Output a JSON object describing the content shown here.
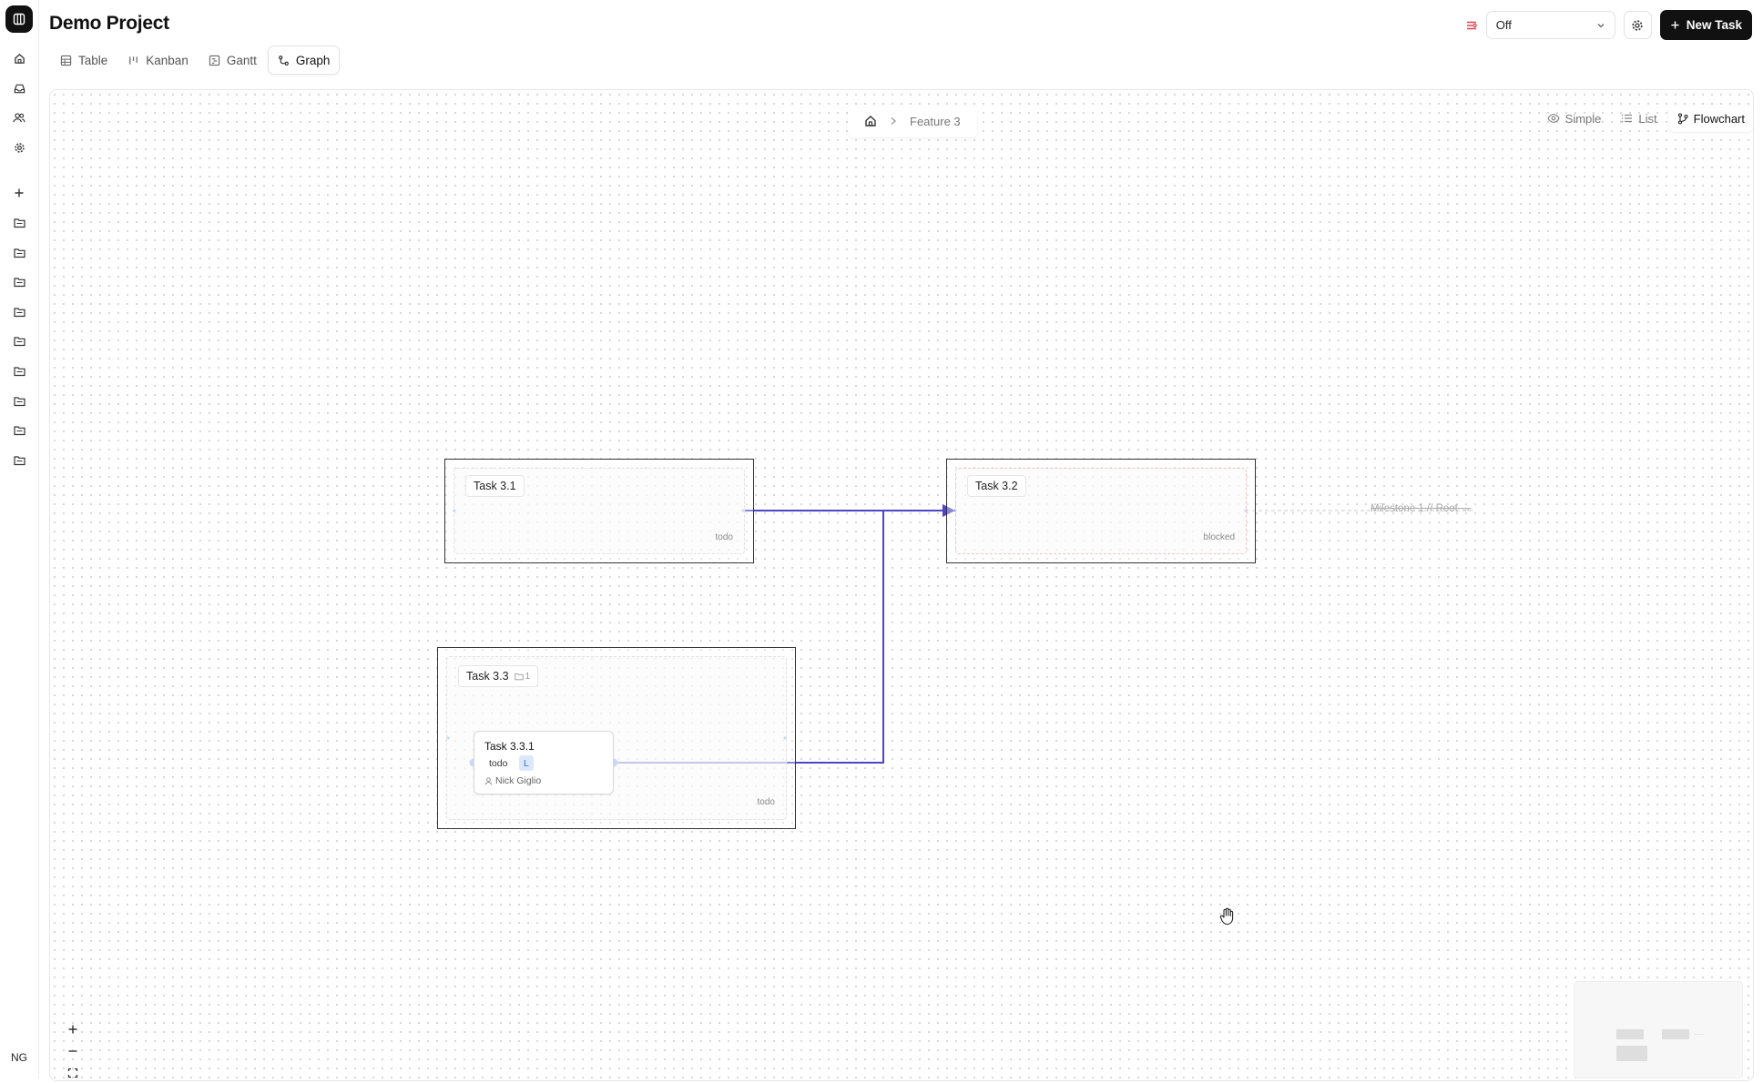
{
  "project": {
    "title": "Demo Project"
  },
  "view_tabs": [
    {
      "label": "Table",
      "icon": "table-icon"
    },
    {
      "label": "Kanban",
      "icon": "kanban-icon"
    },
    {
      "label": "Gantt",
      "icon": "gantt-icon"
    },
    {
      "label": "Graph",
      "icon": "graph-icon",
      "active": true
    }
  ],
  "header": {
    "filter_select_value": "Off",
    "new_task_label": "New Task"
  },
  "sidebar": {
    "nav_icons": [
      "home-icon",
      "inbox-icon",
      "users-icon",
      "settings-icon"
    ],
    "add_icon": "plus-icon",
    "folder_count": 9,
    "avatar_initials": "NG"
  },
  "breadcrumb": {
    "current": "Feature 3"
  },
  "view_modes": [
    {
      "label": "Simple",
      "icon": "eye-icon"
    },
    {
      "label": "List",
      "icon": "list-icon"
    },
    {
      "label": "Flowchart",
      "icon": "flowchart-icon",
      "active": true
    }
  ],
  "graph": {
    "groups": [
      {
        "id": "task-3-1",
        "title": "Task 3.1",
        "status": "todo"
      },
      {
        "id": "task-3-2",
        "title": "Task 3.2",
        "status": "blocked"
      },
      {
        "id": "task-3-3",
        "title": "Task 3.3",
        "status": "todo",
        "subtask_count": "1"
      }
    ],
    "cards": [
      {
        "title": "Task 3.3.1",
        "status": "todo",
        "size": "L",
        "assignee": "Nick Giglio"
      }
    ],
    "external_link": "Milestone 1 // Root"
  },
  "colors": {
    "edge": "#4a46c6",
    "accent_dot": "#5b8def",
    "blocked_border": "#f2c2c8",
    "primary_button": "#111111"
  }
}
